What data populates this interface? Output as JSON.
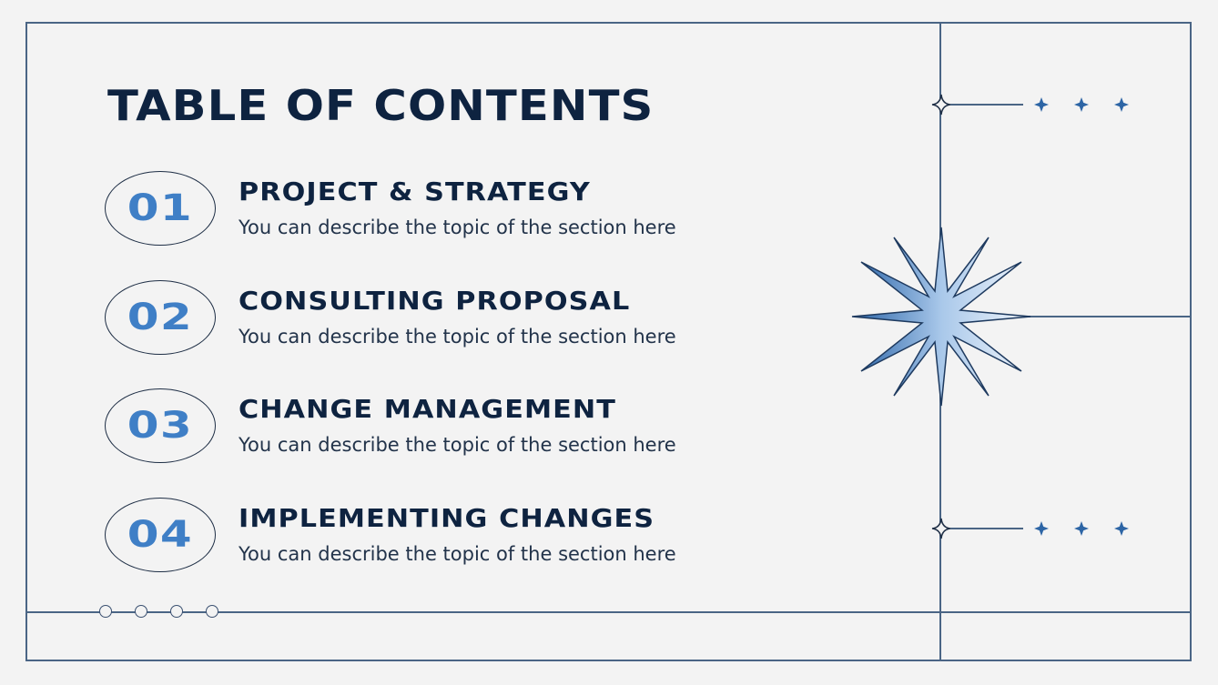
{
  "slide": {
    "title": "TABLE OF CONTENTS",
    "items": [
      {
        "number": "01",
        "title": "PROJECT & STRATEGY",
        "description": "You can describe the topic of the section here"
      },
      {
        "number": "02",
        "title": "CONSULTING PROPOSAL",
        "description": "You can describe the topic of the section here"
      },
      {
        "number": "03",
        "title": "CHANGE MANAGEMENT",
        "description": "You can describe the topic of the section here"
      },
      {
        "number": "04",
        "title": "IMPLEMENTING CHANGES",
        "description": "You can describe the topic of the section here"
      }
    ]
  },
  "decorations": {
    "star_icon": "starburst-icon",
    "sparkle_icons": "four-point-star-icon",
    "dots_count": 4
  },
  "colors": {
    "background": "#f3f3f3",
    "line": "#4a6585",
    "title": "#0e2340",
    "accent": "#3f7fc6"
  }
}
